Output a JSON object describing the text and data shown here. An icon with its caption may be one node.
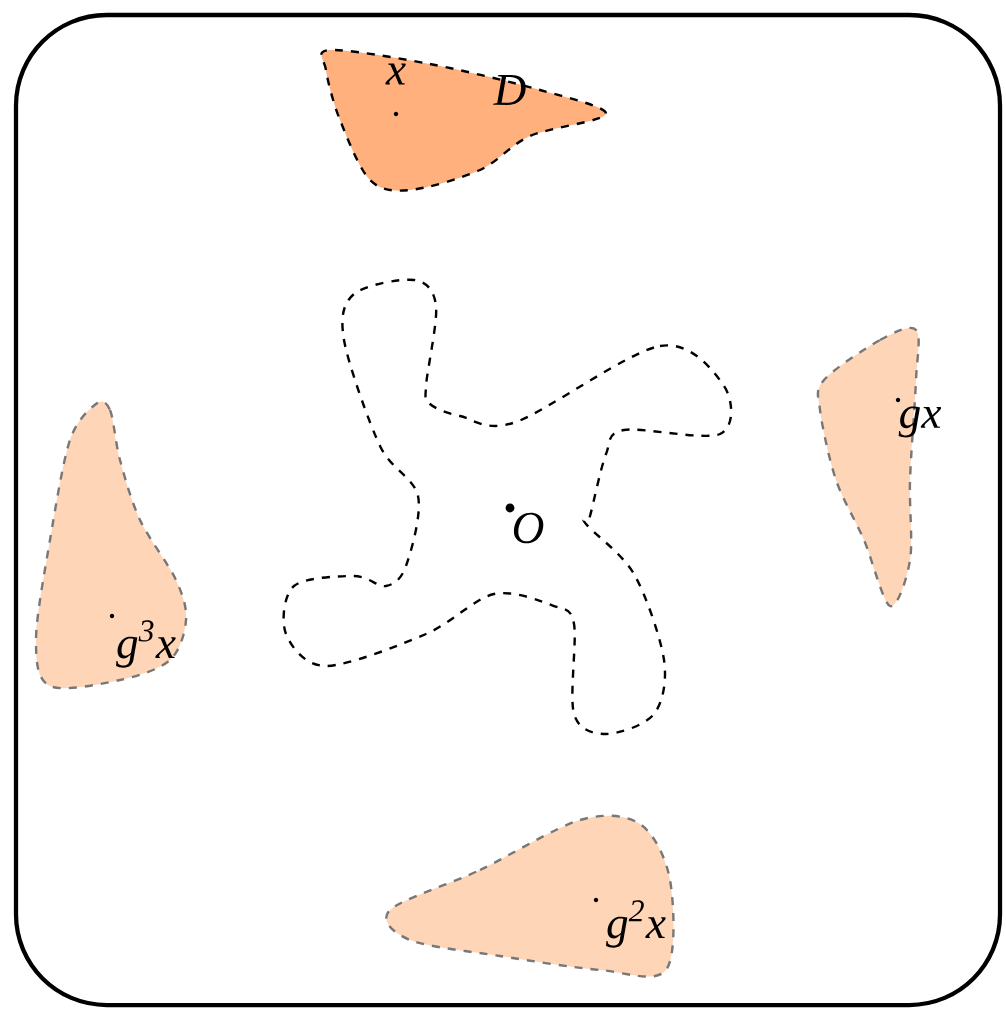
{
  "diagram": {
    "nodes": [
      {
        "text": [],
        "shape": "box"
      },
      {
        "text": [
          "x",
          "D"
        ],
        "in": 0
      },
      {
        "text": [
          "O"
        ],
        "in": 0
      },
      {
        "text": [
          "gx"
        ],
        "in": 0
      },
      {
        "text": [
          "g$^{2}$x"
        ],
        "in": 0
      },
      {
        "text": [
          "g$^{3}$x"
        ],
        "in": 0
      }
    ]
  }
}
